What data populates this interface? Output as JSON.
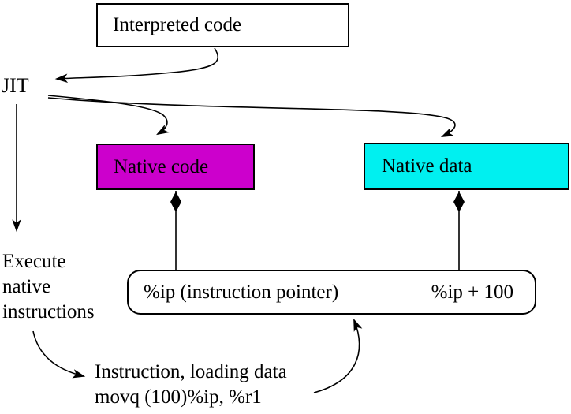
{
  "diagram": {
    "boxes": {
      "interpreted": "Interpreted code",
      "native_code": "Native code",
      "native_data": "Native data",
      "instruction_pointer": "%ip (instruction pointer)",
      "instruction_pointer_offset": "%ip + 100"
    },
    "labels": {
      "jit": "JIT",
      "execute_line1": "Execute",
      "execute_line2": "native",
      "execute_line3": "instructions",
      "instruction_caption_line1": "Instruction, loading data",
      "instruction_caption_line2": "movq (100)%ip, %r1"
    },
    "colors": {
      "native_code_fill": "#CC00CC",
      "native_data_fill": "#00F0F0",
      "line_stroke": "#000000",
      "background": "#FFFFFF"
    }
  }
}
